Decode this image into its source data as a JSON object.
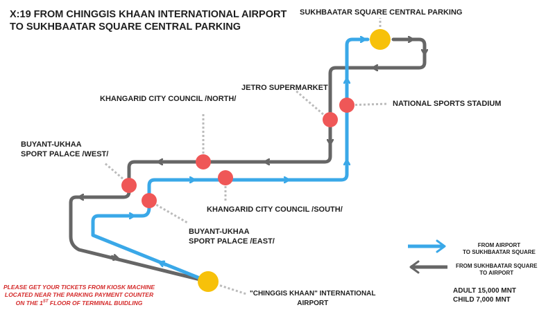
{
  "title": {
    "line1": "X:19 FROM CHINGGIS KHAAN INTERNATIONAL AIRPORT",
    "line2": "TO SUKHBAATAR SQUARE CENTRAL PARKING"
  },
  "colors": {
    "outbound_route": "#3aa8e8",
    "return_route": "#666666",
    "stop": "#ef5757",
    "terminus": "#f7c10a",
    "leader": "#bbbbbb",
    "notice": "#d42a2a"
  },
  "stops": {
    "sukhbaatar_parking": "SUKHBAATAR SQUARE CENTRAL PARKING",
    "jetro": "JETRO SUPERMARKET",
    "national_stadium": "NATIONAL SPORTS STADIUM",
    "khangarid_north": "KHANGARID CITY COUNCIL /NORTH/",
    "buyant_west_1": "BUYANT-UKHAA",
    "buyant_west_2": "SPORT PALACE /WEST/",
    "khangarid_south": "KHANGARID CITY COUNCIL /SOUTH/",
    "buyant_east_1": "BUYANT-UKHAA",
    "buyant_east_2": "SPORT PALACE /EAST/",
    "airport_1": "\"CHINGGIS KHAAN\" INTERNATIONAL",
    "airport_2": "AIRPORT"
  },
  "legend": {
    "outbound_1": "FROM AIRPORT",
    "outbound_2": "TO SUKHBAATAR SQUARE",
    "return_1": "FROM SUKHBAATAR SQUARE",
    "return_2": "TO AIRPORT"
  },
  "fares": {
    "adult": "ADULT 15,000 MNT",
    "child": "CHILD 7,000 MNT"
  },
  "notice": {
    "line1": "PLEASE GET YOUR TICKETS FROM KIOSK MACHINE",
    "line2": "LOCATED NEAR THE PARKING PAYMENT COUNTER",
    "line3_pre": "ON THE 1",
    "line3_sup": "ST",
    "line3_post": " FLOOR OF TERMINAL BUIDLING"
  }
}
